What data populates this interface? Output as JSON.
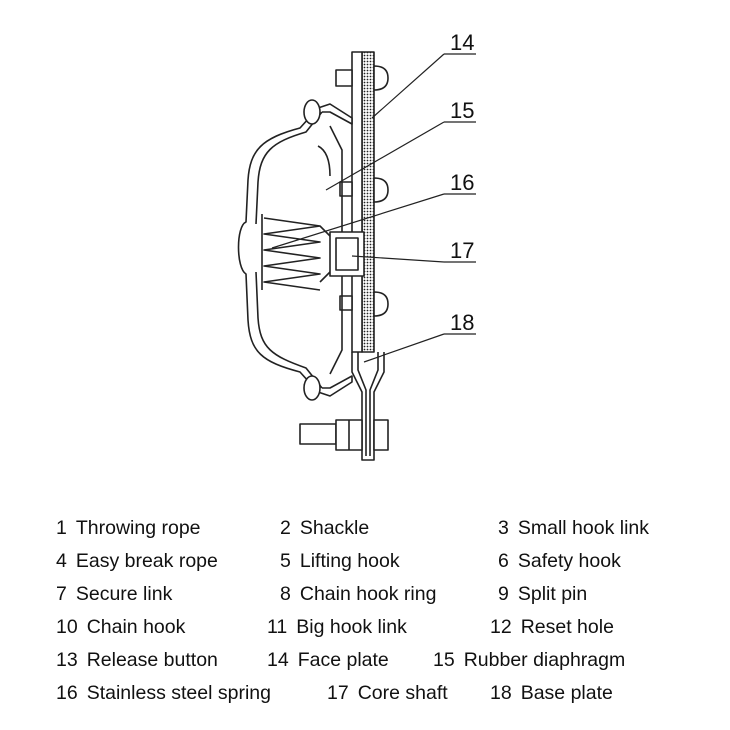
{
  "callouts": [
    "14",
    "15",
    "16",
    "17",
    "18"
  ],
  "legend": [
    {
      "num": "1",
      "label": "Throwing rope"
    },
    {
      "num": "2",
      "label": "Shackle"
    },
    {
      "num": "3",
      "label": "Small hook link"
    },
    {
      "num": "4",
      "label": "Easy break rope"
    },
    {
      "num": "5",
      "label": "Lifting hook"
    },
    {
      "num": "6",
      "label": "Safety hook"
    },
    {
      "num": "7",
      "label": "Secure link"
    },
    {
      "num": "8",
      "label": "Chain hook ring"
    },
    {
      "num": "9",
      "label": "Split pin"
    },
    {
      "num": "10",
      "label": "Chain hook"
    },
    {
      "num": "11",
      "label": "Big hook link"
    },
    {
      "num": "12",
      "label": "Reset hole"
    },
    {
      "num": "13",
      "label": "Release button"
    },
    {
      "num": "14",
      "label": "Face plate"
    },
    {
      "num": "15",
      "label": "Rubber diaphragm"
    },
    {
      "num": "16",
      "label": "Stainless steel spring"
    },
    {
      "num": "17",
      "label": "Core shaft"
    },
    {
      "num": "18",
      "label": "Base plate"
    }
  ]
}
